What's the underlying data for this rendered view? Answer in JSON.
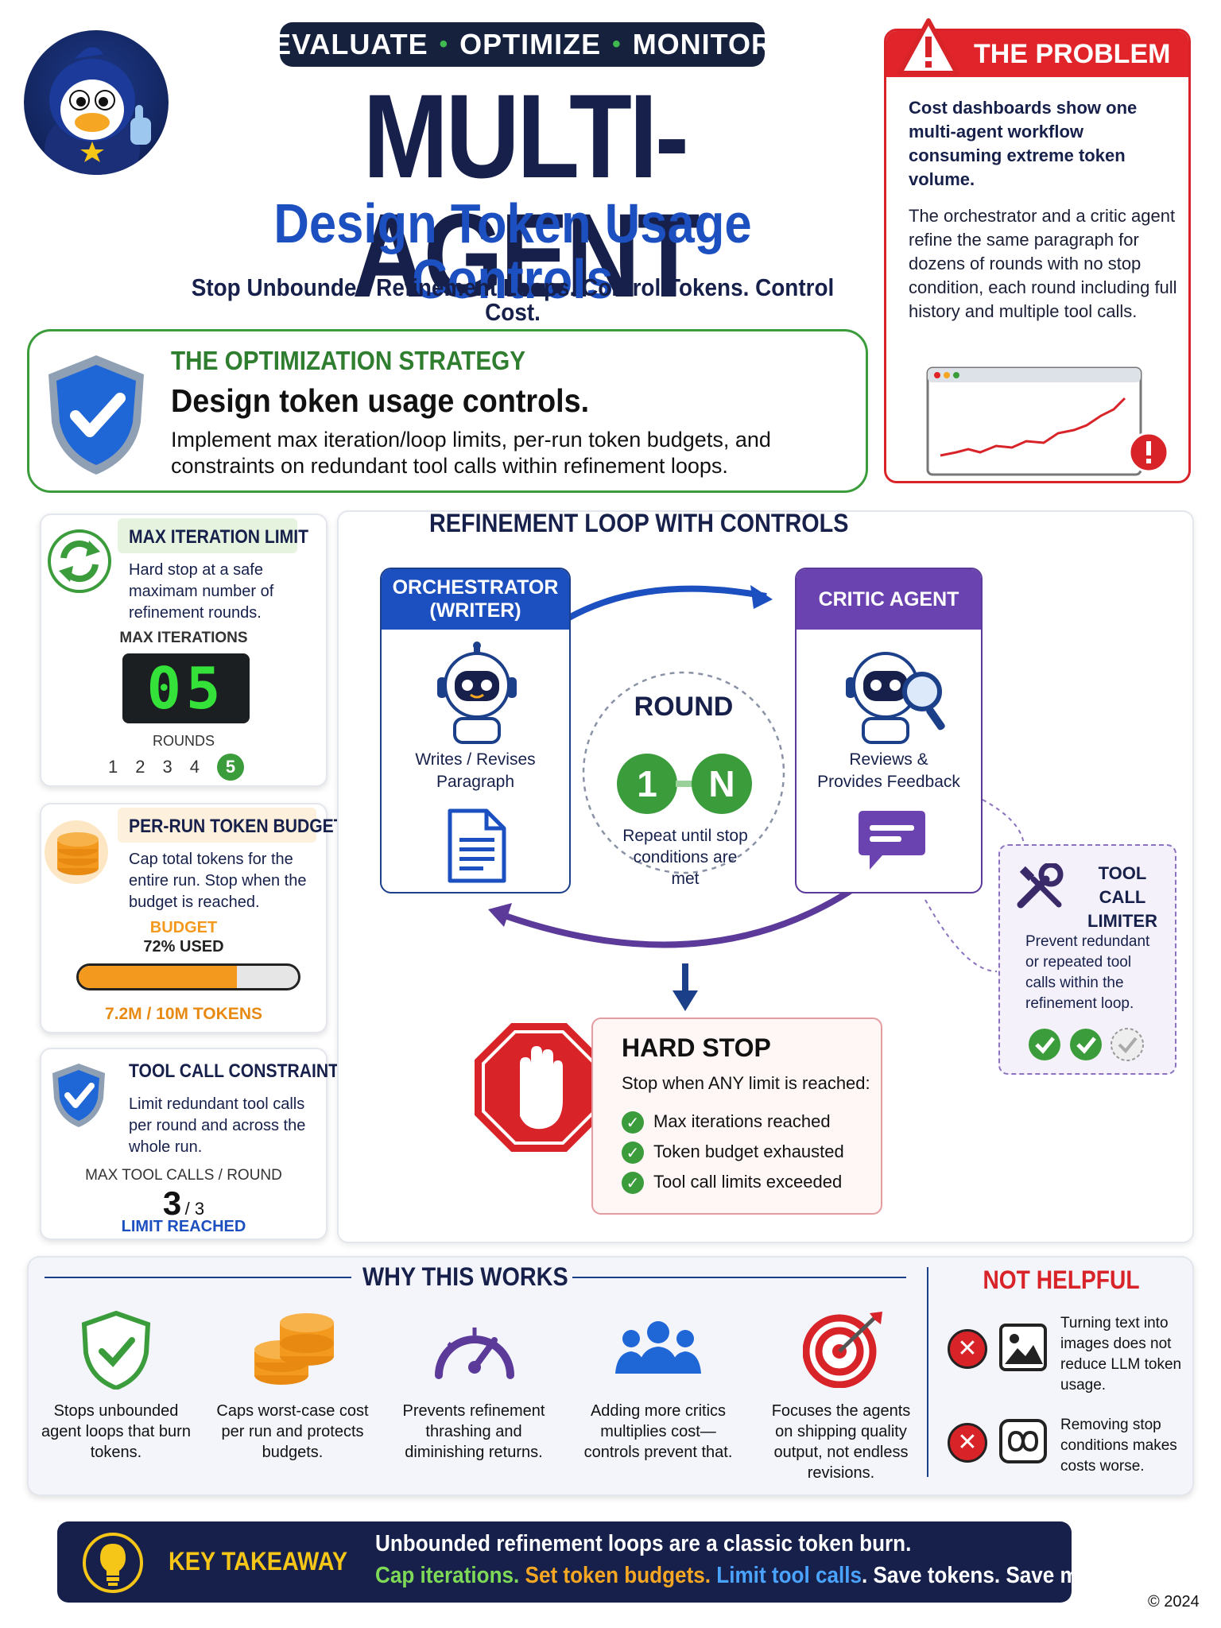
{
  "header": {
    "pill": [
      "EVALUATE",
      "OPTIMIZE",
      "MONITOR"
    ],
    "title": "MULTI-AGENT",
    "subtitle": "Design Token Usage Controls",
    "tagline": "Stop Unbounded Refinement Loops. Control Tokens. Control Cost."
  },
  "problem": {
    "title": "THE PROBLEM",
    "p1": "Cost dashboards show one multi-agent workflow consuming extreme token volume.",
    "p2": "The orchestrator and a critic agent refine the same paragraph for dozens of rounds with no stop condition, each round including full history and multiple tool calls."
  },
  "strategy": {
    "kicker": "THE OPTIMIZATION STRATEGY",
    "heading": "Design token usage controls.",
    "desc": "Implement max iteration/loop limits, per-run token budgets, and constraints on redundant tool calls within refinement loops."
  },
  "controls": {
    "iteration": {
      "title": "MAX ITERATION LIMIT",
      "desc": "Hard stop at a safe maximam number of refinement rounds.",
      "label": "MAX ITERATIONS",
      "display": "05",
      "rounds_label": "ROUNDS",
      "rounds": [
        "1",
        "2",
        "3",
        "4",
        "5"
      ]
    },
    "budget": {
      "title": "PER-RUN TOKEN BUDGET",
      "desc": "Cap total tokens for the entire run. Stop when the budget is reached.",
      "label": "BUDGET",
      "used": "72% USED",
      "used_fraction": 0.72,
      "tokens": "7.2M / 10M TOKENS"
    },
    "toolcalls": {
      "title": "TOOL CALL CONSTRAINTS",
      "desc": "Limit redundant tool calls per round and across the whole run.",
      "label": "MAX TOOL CALLS / ROUND",
      "count": "3",
      "max": "/ 3",
      "status": "LIMIT REACHED"
    }
  },
  "loop": {
    "title": "REFINEMENT LOOP WITH CONTROLS",
    "orchestrator": {
      "title": "ORCHESTRATOR (WRITER)",
      "desc": "Writes / Revises Paragraph"
    },
    "critic": {
      "title": "CRITIC AGENT",
      "desc": "Reviews & Provides Feedback"
    },
    "round": {
      "label": "ROUND",
      "from": "1",
      "to": "N",
      "desc": "Repeat until stop conditions are met"
    },
    "limiter": {
      "title": "TOOL CALL LIMITER",
      "desc": "Prevent redundant or repeated tool calls within the refinement loop."
    },
    "hardstop": {
      "title": "HARD STOP",
      "desc": "Stop when ANY limit is reached:",
      "items": [
        "Max iterations reached",
        "Token budget exhausted",
        "Tool call limits exceeded"
      ]
    }
  },
  "why": {
    "title": "WHY THIS WORKS",
    "items": [
      "Stops unbounded agent loops that burn tokens.",
      "Caps worst-case cost per run and protects budgets.",
      "Prevents refinement thrashing and diminishing returns.",
      "Adding more critics multiplies cost—controls prevent that.",
      "Focuses the agents on shipping quality output, not endless revisions."
    ],
    "not_helpful": {
      "title": "NOT HELPFUL",
      "items": [
        "Turning text into images does not reduce LLM token usage.",
        "Removing stop conditions makes costs worse."
      ]
    }
  },
  "takeaway": {
    "label": "KEY TAKEAWAY",
    "line1": "Unbounded refinement loops are a classic token burn.",
    "s1": "Cap iterations.",
    "s2": "Set token budgets.",
    "s3": "Limit tool calls",
    "s4": ". Save tokens. Save money."
  },
  "copyright": "© 2024",
  "colors": {
    "navy": "#16204a",
    "blue": "#1c4fbf",
    "green": "#3b9c3b",
    "red": "#e0242a",
    "orange": "#f39a1e",
    "purple": "#5b3a9a"
  }
}
